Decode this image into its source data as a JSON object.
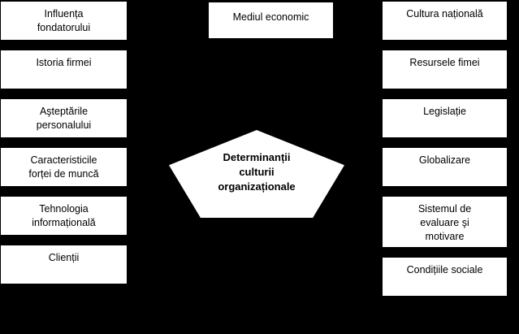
{
  "diagram": {
    "title": "Determinanții culturii organizaționale",
    "background_color": "#000000",
    "node_fill_color": "#ffffff",
    "node_text_color": "#000000",
    "center": {
      "shape": "pentagon",
      "label": "Determinanții\nculturii\norganizaționale"
    },
    "top_middle": [
      {
        "label": "Mediul economic"
      }
    ],
    "left_column": [
      {
        "label": "Influența\nfondatorului"
      },
      {
        "label": "Istoria firmei"
      },
      {
        "label": "Aşteptările\npersonalului"
      },
      {
        "label": "Caracteristicile\nforței de muncă"
      },
      {
        "label": "Tehnologia\ninformațională"
      },
      {
        "label": "Clienții"
      }
    ],
    "right_column": [
      {
        "label": "Cultura națională"
      },
      {
        "label": "Resursele fimei"
      },
      {
        "label": "Legislație"
      },
      {
        "label": "Globalizare"
      },
      {
        "label": "Sistemul de\nevaluare şi\nmotivare"
      },
      {
        "label": "Condițiile sociale"
      }
    ]
  }
}
